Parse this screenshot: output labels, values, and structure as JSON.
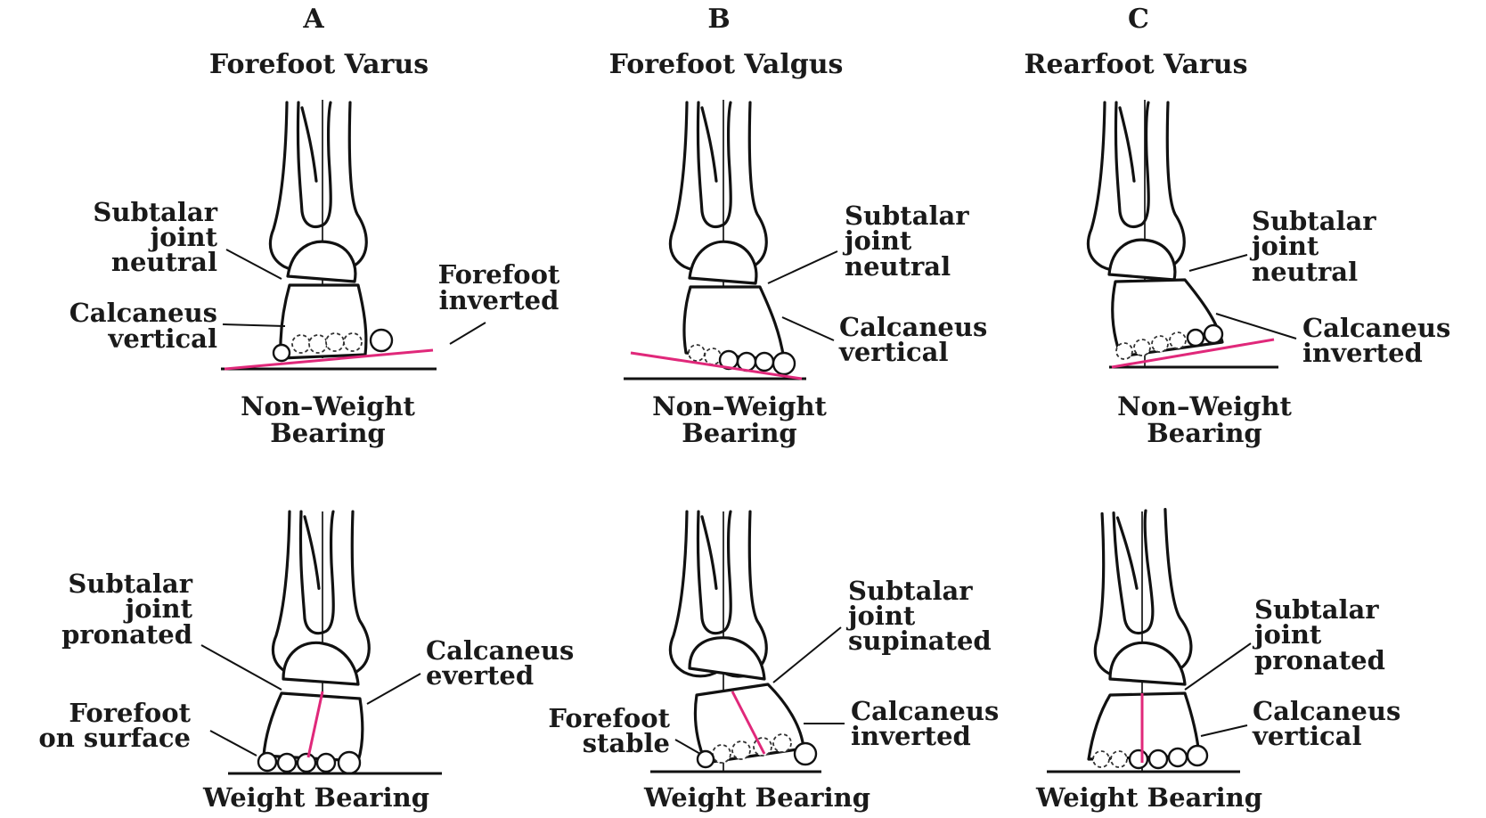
{
  "colors": {
    "ink": "#111111",
    "accent": "#e0287a"
  },
  "columns": [
    {
      "letter": "A",
      "title": "Forefoot Varus",
      "top": {
        "caption": [
          "Non–Weight",
          "Bearing"
        ],
        "labels": {
          "subtalar": [
            "Subtalar",
            "joint",
            "neutral"
          ],
          "calcaneus": [
            "Calcaneus",
            "vertical"
          ],
          "forefoot": [
            "Forefoot",
            "inverted"
          ]
        }
      },
      "bottom": {
        "caption": "Weight Bearing",
        "labels": {
          "subtalar": [
            "Subtalar",
            "joint",
            "pronated"
          ],
          "calcaneus": [
            "Calcaneus",
            "everted"
          ],
          "forefoot": [
            "Forefoot",
            "on surface"
          ]
        }
      }
    },
    {
      "letter": "B",
      "title": "Forefoot Valgus",
      "top": {
        "caption": [
          "Non–Weight",
          "Bearing"
        ],
        "labels": {
          "subtalar": [
            "Subtalar",
            "joint",
            "neutral"
          ],
          "calcaneus": [
            "Calcaneus",
            "vertical"
          ]
        }
      },
      "bottom": {
        "caption": "Weight Bearing",
        "labels": {
          "subtalar": [
            "Subtalar",
            "joint",
            "supinated"
          ],
          "calcaneus": [
            "Calcaneus",
            "inverted"
          ],
          "forefoot": [
            "Forefoot",
            "stable"
          ]
        }
      }
    },
    {
      "letter": "C",
      "title": "Rearfoot Varus",
      "top": {
        "caption": [
          "Non–Weight",
          "Bearing"
        ],
        "labels": {
          "subtalar": [
            "Subtalar",
            "joint",
            "neutral"
          ],
          "calcaneus": [
            "Calcaneus",
            "inverted"
          ]
        }
      },
      "bottom": {
        "caption": "Weight Bearing",
        "labels": {
          "subtalar": [
            "Subtalar",
            "joint",
            "pronated"
          ],
          "calcaneus": [
            "Calcaneus",
            "vertical"
          ]
        }
      }
    }
  ]
}
